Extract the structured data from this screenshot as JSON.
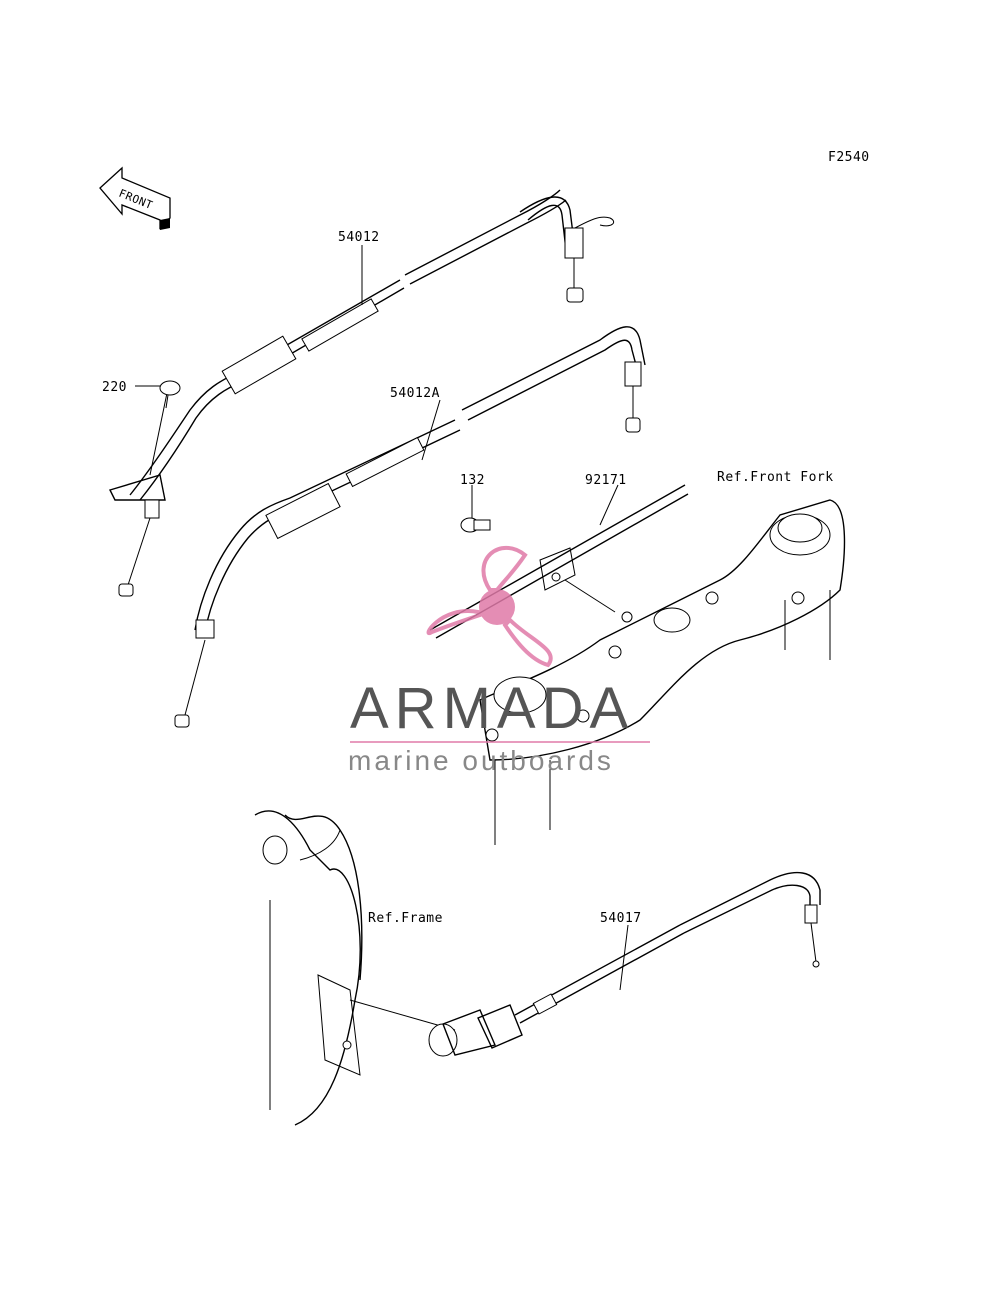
{
  "diagram_code": "F2540",
  "front_indicator": "FRONT",
  "parts": {
    "p54012": "54012",
    "p54012A": "54012A",
    "p220": "220",
    "p132": "132",
    "p92171": "92171",
    "p54017": "54017"
  },
  "references": {
    "front_fork": "Ref.Front Fork",
    "frame": "Ref.Frame"
  },
  "watermark": {
    "brand": "ARMADA",
    "tagline": "marine outboards",
    "logo_color": "#e07aa8",
    "line_color": "#e07aa8"
  }
}
